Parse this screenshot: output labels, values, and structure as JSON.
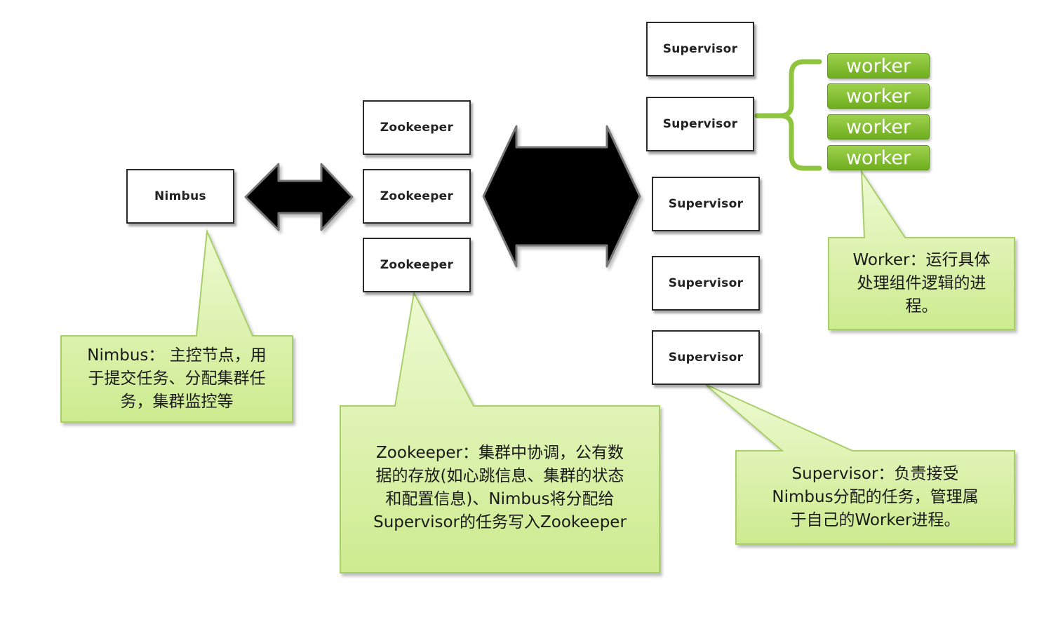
{
  "nimbus": {
    "label": "Nimbus"
  },
  "zookeepers": [
    {
      "label": "Zookeeper"
    },
    {
      "label": "Zookeeper"
    },
    {
      "label": "Zookeeper"
    }
  ],
  "supervisors": [
    {
      "label": "Supervisor"
    },
    {
      "label": "Supervisor"
    },
    {
      "label": "Supervisor"
    },
    {
      "label": "Supervisor"
    },
    {
      "label": "Supervisor"
    }
  ],
  "workers": [
    {
      "label": "worker"
    },
    {
      "label": "worker"
    },
    {
      "label": "worker"
    },
    {
      "label": "worker"
    }
  ],
  "callouts": {
    "nimbus": "Nimbus： 主控节点，用\n于提交任务、分配集群任\n务，集群监控等",
    "zookeeper": "Zookeeper：集群中协调，公有数\n据的存放(如心跳信息、集群的状态\n和配置信息)、Nimbus将分配给\nSupervisor的任务写入Zookeeper",
    "supervisor": "Supervisor：负责接受\nNimbus分配的任务，管理属\n于自己的Worker进程。",
    "worker": "Worker：运行具体\n处理组件逻辑的进\n程。"
  },
  "colors": {
    "callout_fill": "#d9f2a6",
    "callout_stroke": "#a9cf6a",
    "worker_green": "#7dbb2a",
    "brace_green": "#8fc43f",
    "arrow_fill": "#000000"
  }
}
